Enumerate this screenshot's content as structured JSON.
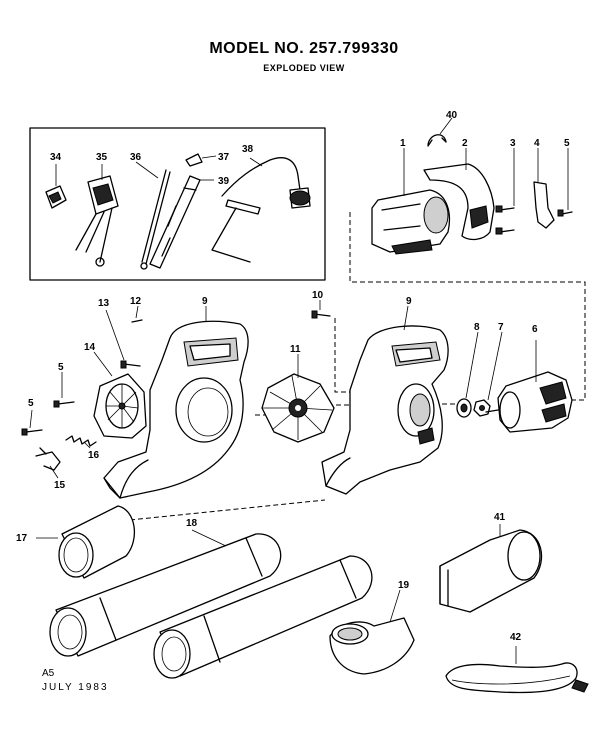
{
  "header": {
    "title": "MODEL NO. 257.799330",
    "subtitle": "EXPLODED VIEW"
  },
  "footer": {
    "code": "A5",
    "date": "JULY  1983"
  },
  "callouts": {
    "p1": "1",
    "p2": "2",
    "p3": "3",
    "p4": "4",
    "p5": "5",
    "p5b": "5",
    "p5c": "5",
    "p6": "6",
    "p7": "7",
    "p8": "8",
    "p9": "9",
    "p9b": "9",
    "p10": "10",
    "p11": "11",
    "p12": "12",
    "p13": "13",
    "p14": "14",
    "p15": "15",
    "p16": "16",
    "p17": "17",
    "p18": "18",
    "p19": "19",
    "p34": "34",
    "p35": "35",
    "p36": "36",
    "p37": "37",
    "p38": "38",
    "p39": "39",
    "p40": "40",
    "p41": "41",
    "p42": "42"
  }
}
